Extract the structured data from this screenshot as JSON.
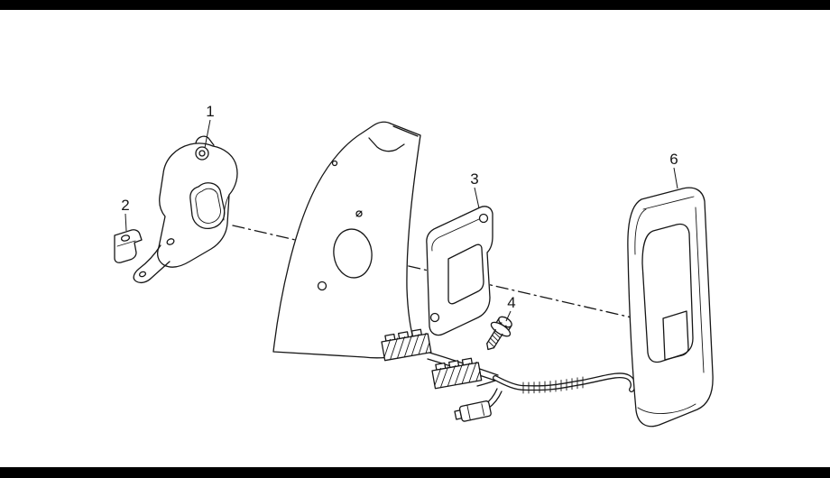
{
  "colors": {
    "bg": "#ffffff",
    "line": "#161616",
    "letterbox": "#000000"
  },
  "diagram": {
    "type": "exploded-parts-line-drawing",
    "callouts": [
      {
        "id": "1",
        "label": "1"
      },
      {
        "id": "2",
        "label": "2"
      },
      {
        "id": "3",
        "label": "3"
      },
      {
        "id": "4",
        "label": "4"
      },
      {
        "id": "6",
        "label": "6"
      }
    ]
  }
}
